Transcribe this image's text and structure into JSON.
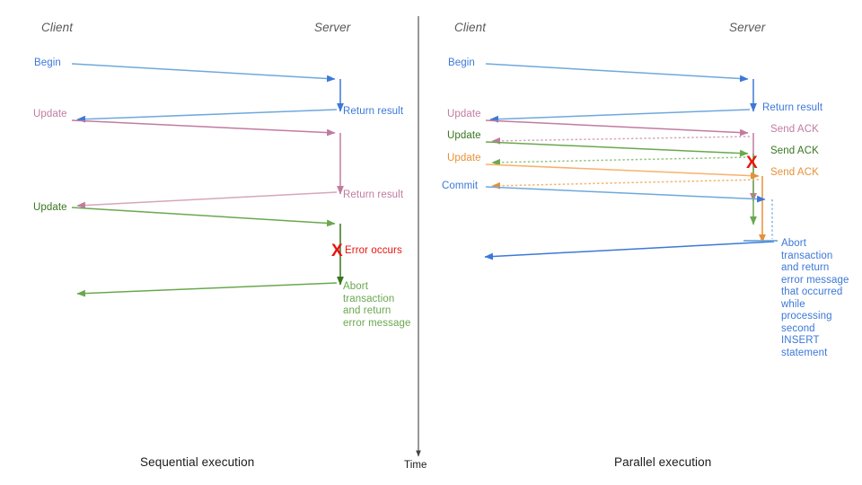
{
  "diagram": {
    "title_left": "Sequential execution",
    "title_right": "Parallel execution",
    "time_axis_label": "Time",
    "colors": {
      "blue": "#3c78d8",
      "blue_light": "#6fa8dc",
      "pink": "#c27ba0",
      "pink_light": "#d5a6bd",
      "green": "#38761d",
      "green_light": "#93c47d",
      "orange": "#e69138",
      "orange_light": "#f6b26b",
      "red": "#e8140c",
      "gray": "#595959",
      "black": "#1a1a1a"
    }
  },
  "left_panel": {
    "name": "sequential-execution",
    "caption": "Sequential execution",
    "actor_client": "Client",
    "actor_server": "Server",
    "error_marker": "X",
    "error_text": "Error occurs",
    "messages": [
      {
        "label": "Begin",
        "color": "#3c78d8",
        "direction": "request"
      },
      {
        "label": "Return result",
        "color": "#3c78d8",
        "direction": "response"
      },
      {
        "label": "Update",
        "color": "#c27ba0",
        "direction": "request"
      },
      {
        "label": "Return result",
        "color": "#c27ba0",
        "direction": "response"
      },
      {
        "label": "Update",
        "color": "#38761d",
        "direction": "request"
      }
    ],
    "abort_note": "Abort\ntransaction\nand return\nerror message"
  },
  "right_panel": {
    "name": "parallel-execution",
    "caption": "Parallel execution",
    "actor_client": "Client",
    "actor_server": "Server",
    "error_marker": "X",
    "messages": [
      {
        "label": "Begin",
        "color": "#3c78d8",
        "direction": "request"
      },
      {
        "label": "Return result",
        "color": "#3c78d8",
        "direction": "response"
      },
      {
        "label": "Update",
        "color": "#c27ba0",
        "direction": "request"
      },
      {
        "label": "Send ACK",
        "color": "#c27ba0",
        "direction": "response"
      },
      {
        "label": "Update",
        "color": "#38761d",
        "direction": "request"
      },
      {
        "label": "Send ACK",
        "color": "#38761d",
        "direction": "response"
      },
      {
        "label": "Update",
        "color": "#e69138",
        "direction": "request"
      },
      {
        "label": "Send ACK",
        "color": "#e69138",
        "direction": "response"
      },
      {
        "label": "Commit",
        "color": "#3c78d8",
        "direction": "request"
      }
    ],
    "abort_note": "Abort\ntransaction\nand return\nerror message\nthat occurred\nwhile\nprocessing\nsecond\nINSERT\nstatement"
  }
}
